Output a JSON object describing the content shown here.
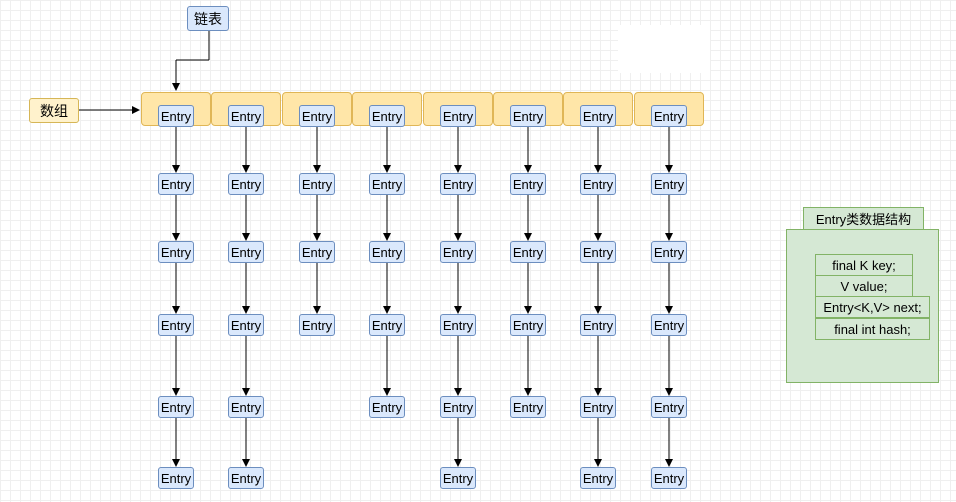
{
  "labels": {
    "linked_list": "链表",
    "array": "数组"
  },
  "entry_label": "Entry",
  "columns": [
    {
      "entry_rows": [
        1,
        2,
        3,
        4,
        5,
        6
      ]
    },
    {
      "entry_rows": [
        1,
        2,
        3,
        4,
        5,
        6
      ]
    },
    {
      "entry_rows": [
        1,
        2,
        3,
        4
      ]
    },
    {
      "entry_rows": [
        1,
        2,
        3,
        4,
        5
      ]
    },
    {
      "entry_rows": [
        1,
        2,
        3,
        4,
        5,
        6
      ]
    },
    {
      "entry_rows": [
        1,
        2,
        3,
        4,
        5
      ]
    },
    {
      "entry_rows": [
        1,
        2,
        3,
        4,
        5,
        6
      ]
    },
    {
      "entry_rows": [
        1,
        2,
        3,
        4,
        5,
        6
      ]
    }
  ],
  "entry_class": {
    "title": "Entry类数据结构",
    "fields": [
      "final K key;",
      "V value;",
      "Entry<K,V> next;",
      "final int hash;"
    ]
  },
  "colors": {
    "entry_fill": "#dae8fc",
    "entry_border": "#6c8ebf",
    "array_cell_fill": "#ffe6a8",
    "array_cell_border": "#e0b656",
    "struct_fill": "#d5e8d4",
    "struct_border": "#82b366"
  }
}
